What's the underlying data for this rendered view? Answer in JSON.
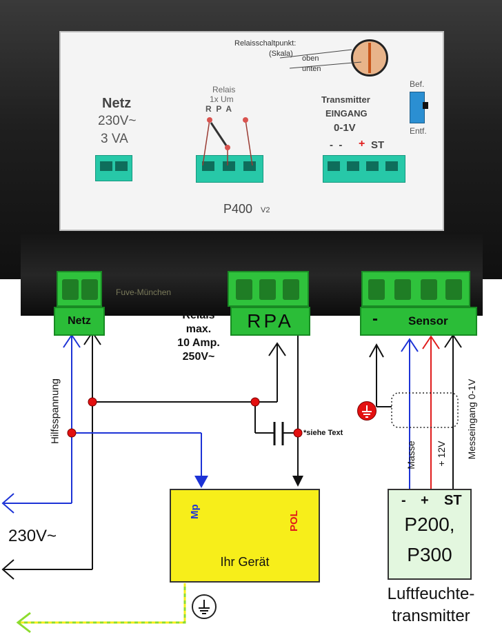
{
  "panel": {
    "switchpoint_label": "Relaisschaltpunkt:",
    "scale_label": "(Skala)",
    "up_label": "oben",
    "down_label": "unten",
    "power_title": "Netz",
    "power_voltage": "230V~",
    "power_rating": "3 VA",
    "relay_title": "Relais",
    "relay_type": "1x Um",
    "relay_pins": "R  P  A",
    "transmitter_title": "Transmitter",
    "input_label": "EINGANG",
    "input_range": "0-1V",
    "input_pins_minus": "-  -",
    "input_pins_plus": "+",
    "input_pins_st": "ST",
    "mount_label": "Bef.",
    "remove_label": "Entf.",
    "model": "P400",
    "version": "V2"
  },
  "rail": {
    "maker": "Fuve-München"
  },
  "terminals": {
    "netz_label": "Netz",
    "rpa_label": "RPA",
    "minus_label": "-",
    "sensor_label": "Sensor"
  },
  "relay_note": {
    "line1": "Relais",
    "line2": "max.",
    "line3": "10 Amp.",
    "line4": "250V~"
  },
  "wiring": {
    "auxiliary_voltage": "Hilfsspannung",
    "mains": "230V~",
    "see_text": "*siehe Text",
    "ground_label": "Masse",
    "supply_label": "+ 12V",
    "measure_input": "Messeingang 0-1V"
  },
  "device": {
    "mp_label": "Mp",
    "pol_label": "POL",
    "name": "Ihr Gerät"
  },
  "transmitter": {
    "pins_minus": "-",
    "pins_plus": "+",
    "pins_st": "ST",
    "model_line1": "P200,",
    "model_line2": "P300",
    "caption_line1": "Luftfeuchte-",
    "caption_line2": "transmitter"
  },
  "colors": {
    "blue_wire": "#1c32d6",
    "red_wire": "#e01b1b",
    "black_wire": "#111111",
    "junction": "#e31010",
    "terminal_green": "#2fc23c",
    "device_yellow": "#f7ee1a",
    "earth_stripe": "#8ddc2e"
  }
}
